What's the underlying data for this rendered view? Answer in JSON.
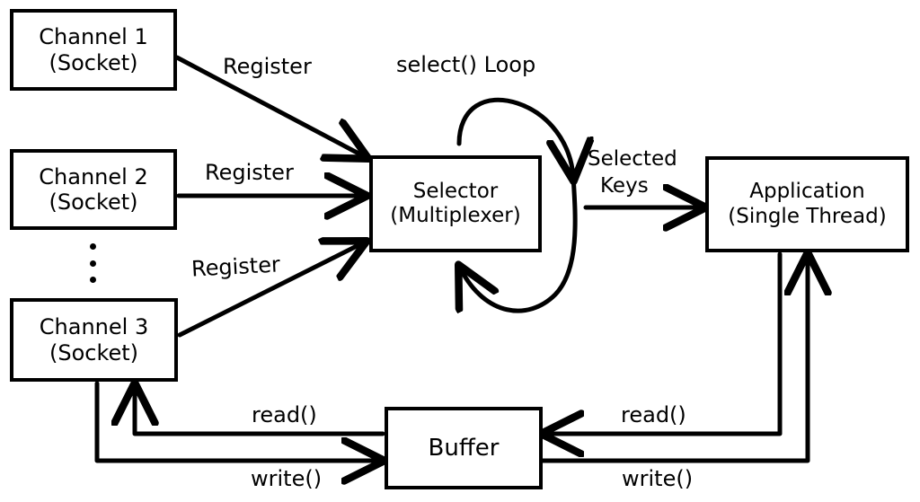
{
  "diagram": {
    "title": "Java NIO Selector / Multiplexer data flow",
    "background_color": "#ffffff",
    "stroke_color": "#000000",
    "nodes": [
      {
        "id": "channel1",
        "line1": "Channel 1",
        "line2": "(Socket)"
      },
      {
        "id": "channel2",
        "line1": "Channel 2",
        "line2": "(Socket)"
      },
      {
        "id": "channel3",
        "line1": "Channel 3",
        "line2": "(Socket)"
      },
      {
        "id": "selector",
        "line1": "Selector",
        "line2": "(Multiplexer)"
      },
      {
        "id": "application",
        "line1": "Application",
        "line2": "(Single Thread)"
      },
      {
        "id": "buffer",
        "line1": "Buffer",
        "line2": ""
      }
    ],
    "labels": {
      "register_1": "Register",
      "register_2": "Register",
      "register_3": "Register",
      "select_loop": "select() Loop",
      "selected_keys_line1": "Selected",
      "selected_keys_line2": "Keys",
      "read_left": "read()",
      "write_left": "write()",
      "read_right": "read()",
      "write_right": "write()"
    },
    "ellipsis": "vertical-ellipsis"
  }
}
